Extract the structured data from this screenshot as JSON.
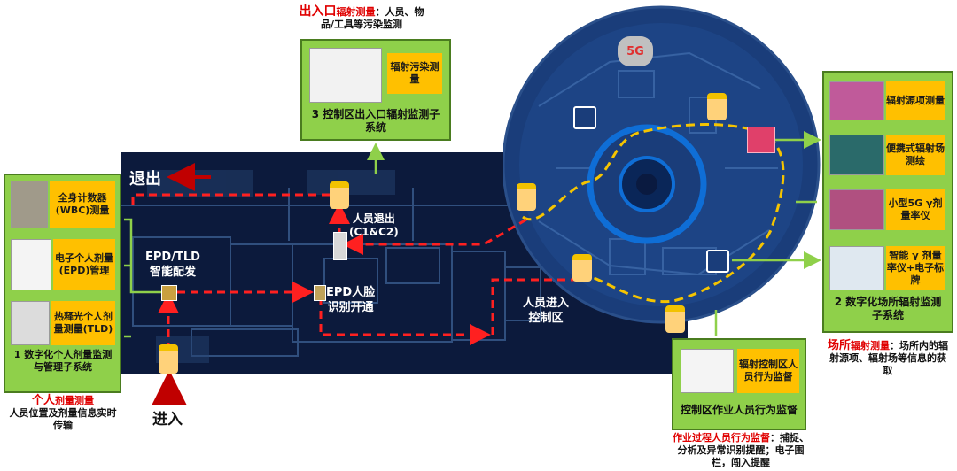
{
  "top_caption": {
    "title": "出入口",
    "sub": "辐射测量",
    "text1": "：人员、物",
    "text2": "品/工具等污染监测"
  },
  "box3": {
    "card": "辐射污染测量",
    "title": "3  控制区出入口辐射监测子系统"
  },
  "box1": {
    "items": [
      "全身计数器(WBC)测量",
      "电子个人剂量(EPD)管理",
      "热释光个人剂量测量(TLD)"
    ],
    "title": "1  数字化个人剂量监测与管理子系统"
  },
  "box2": {
    "items": [
      "辐射源项测量",
      "便携式辐射场测绘",
      "小型5G γ剂量率仪",
      "智能 γ 剂量率仪+电子标牌"
    ],
    "title": "2  数字化场所辐射监测子系统"
  },
  "box_behavior": {
    "card": "辐射控制区人员行为监督",
    "title": "控制区作业人员行为监督"
  },
  "caption_personal": {
    "title": "个人",
    "sub": "剂量测量",
    "text": "人员位置及剂量信息实时传输"
  },
  "caption_site": {
    "title": "场所",
    "sub": "辐射测量",
    "text": "：场所内的辐射源项、辐射场等信息的获取"
  },
  "caption_behavior": {
    "title": "作业过程人员行为监督",
    "text": "：捕捉、分析及异常识别提醒；电子围栏，闯入提醒"
  },
  "map": {
    "exit": "退出",
    "enter": "进入",
    "epd_tld": "EPD/TLD",
    "smart_dispatch": "智能配发",
    "face_id": "EPD人脸",
    "face_id2": "识别开通",
    "person_exit": "人员退出",
    "person_exit2": "(C1&C2)",
    "person_enter": "人员进入",
    "person_enter2": "控制区",
    "fiveg": "5G"
  },
  "colors": {
    "green_box": "#8fd04a",
    "yellow_card": "#ffc000",
    "path_red": "#ff2020",
    "path_yellow": "#f5c400",
    "map_bg": "#0c1a3c",
    "circle": "#1a3d7a"
  }
}
